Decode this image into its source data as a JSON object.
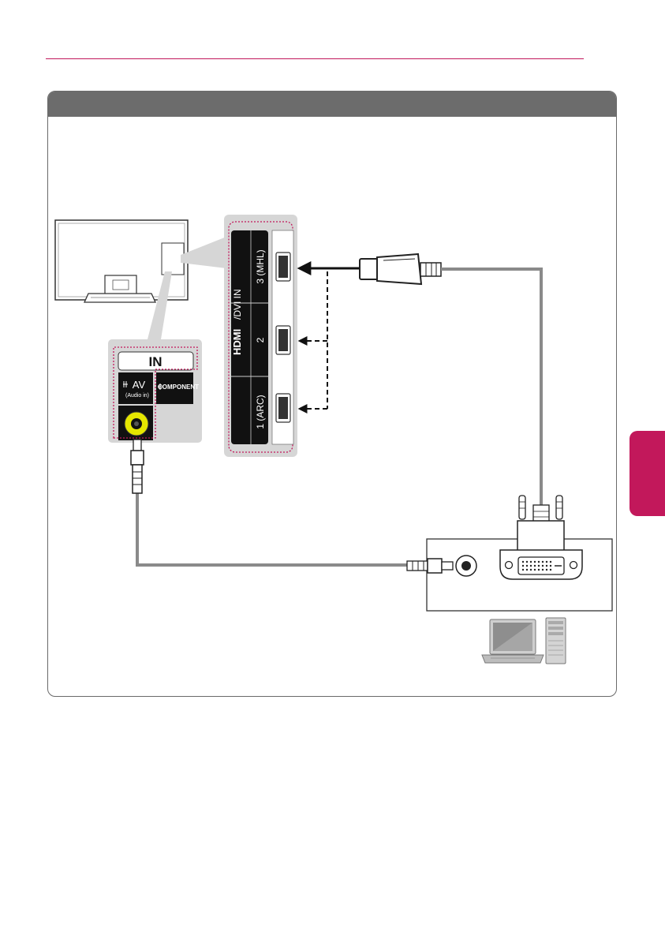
{
  "colors": {
    "accent": "#c2185b",
    "panel_header": "#6c6c6c",
    "cable": "#8a8a8a",
    "jack_yellow": "#e5e600"
  },
  "av_panel": {
    "title": "IN",
    "av_label": "AV",
    "audio_in_label": "(Audio in)",
    "component_label": "COMPONENT"
  },
  "hdmi_panel": {
    "title_logo": "HDMI",
    "title_suffix": "/DVI IN",
    "ports": [
      {
        "label": "3 (MHL)"
      },
      {
        "label": "2"
      },
      {
        "label": "1 (ARC)"
      }
    ]
  },
  "icons": [
    "tv-icon",
    "laptop-icon",
    "desktop-tower-icon",
    "hdmi-plug-icon",
    "dvi-plug-icon",
    "audio-plug-icon"
  ]
}
